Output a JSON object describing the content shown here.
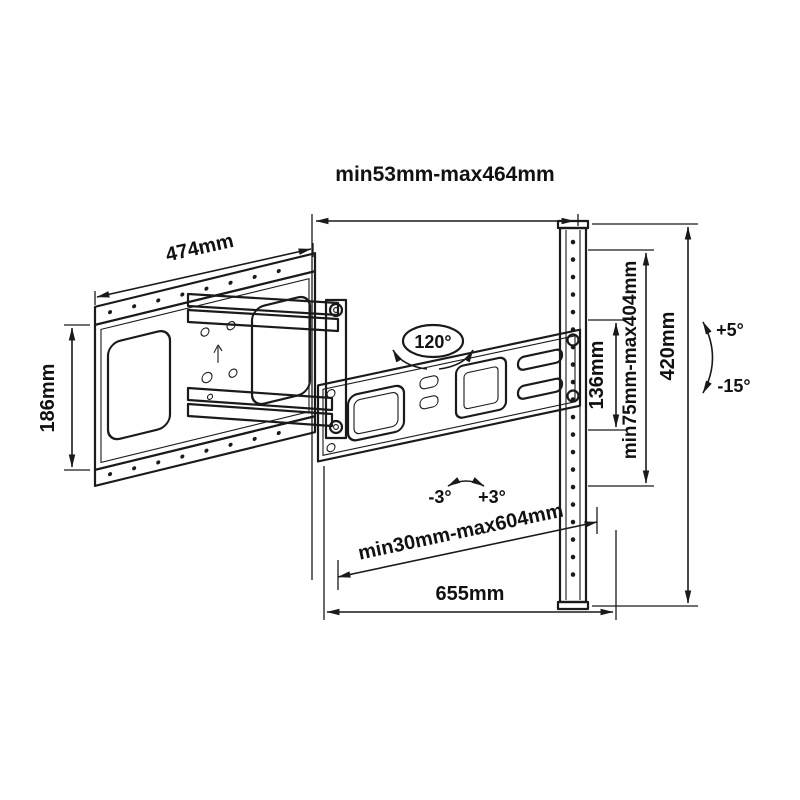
{
  "diagram": {
    "subject": "Full-motion TV wall mount bracket — dimensional technical drawing",
    "background": "#ffffff",
    "line_color": "#1a1a1a",
    "labels": {
      "top_range": "min53mm-max464mm",
      "plate_width": "474mm",
      "plate_height": "186mm",
      "swivel_angle": "120°",
      "vesa_range": "min75mm-max404mm",
      "hole_spacing": "136mm",
      "rail_height": "420mm",
      "tilt_up": "+5°",
      "tilt_down": "-15°",
      "level_left": "-3°",
      "level_right": "+3°",
      "bottom_range": "min30mm-max604mm",
      "total_width": "655mm"
    }
  }
}
